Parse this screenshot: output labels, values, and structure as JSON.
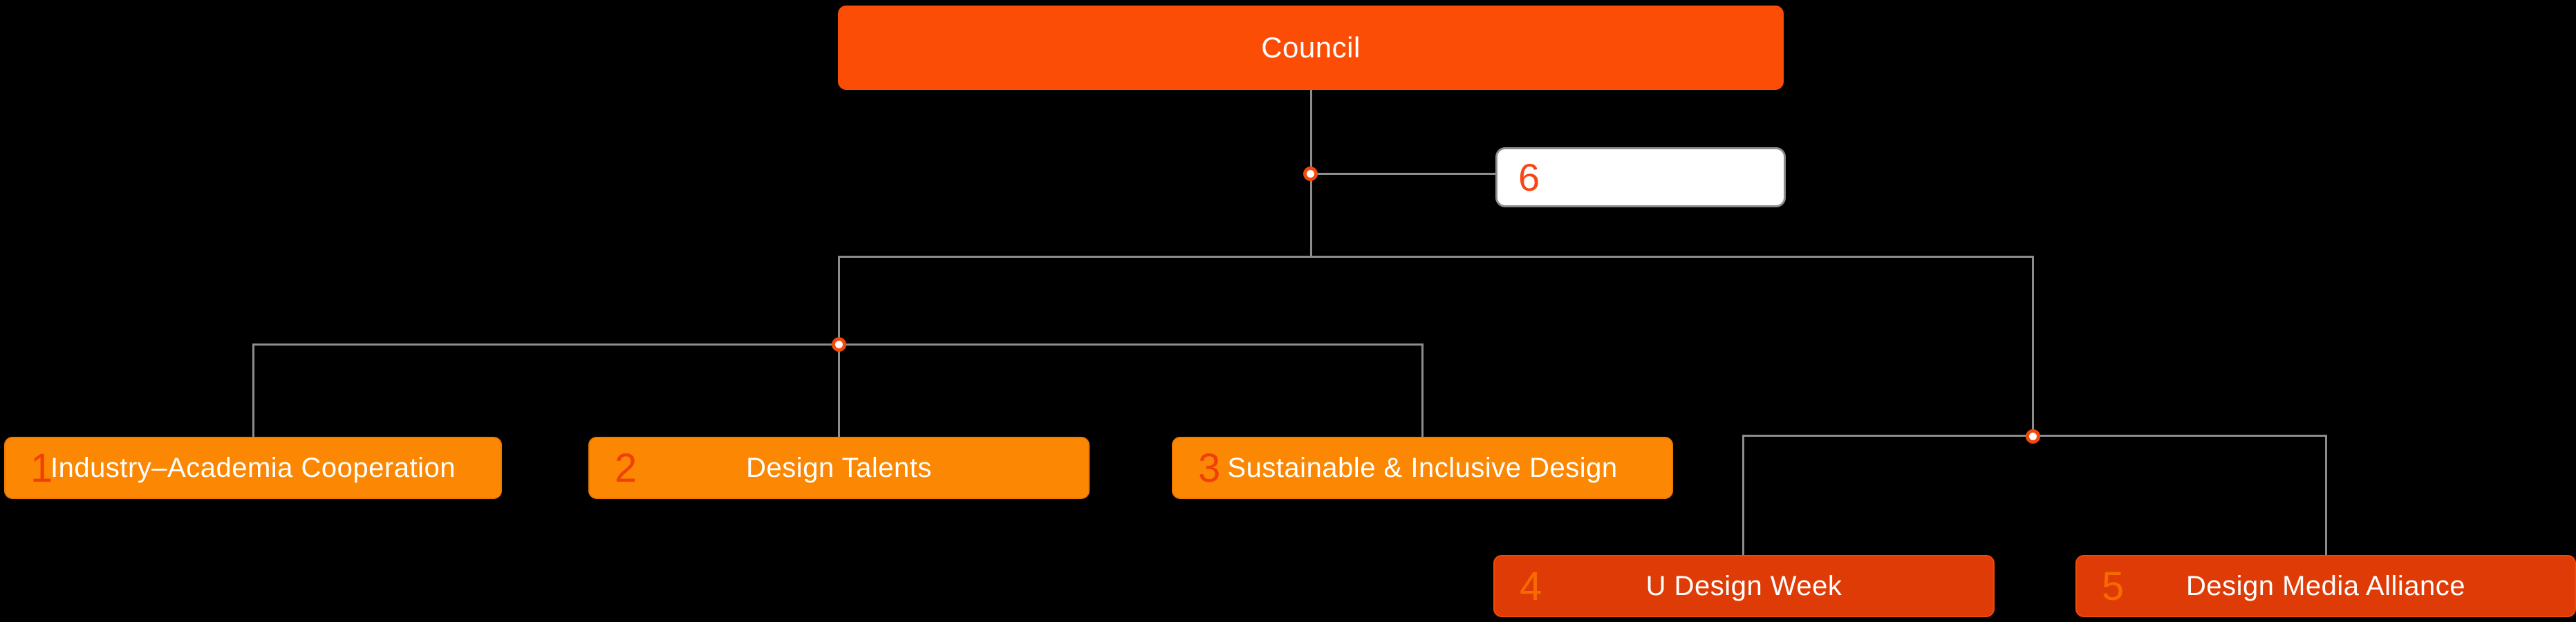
{
  "diagram": {
    "background": "#000000",
    "connector_color": "#8D8D8D",
    "dot_ring_color": "#F4490B",
    "root": {
      "label": "Council",
      "fill": "#FB4D05",
      "text_color": "#FFFFFF"
    },
    "note": {
      "num": "6",
      "label": "",
      "fill": "#FFFFFF",
      "border_color": "#8D8D8D",
      "num_color": "#FA4616"
    },
    "groups": {
      "light": {
        "fill": "#FB8702",
        "border_color": "#EF7A00",
        "num_color": "#F13F0A"
      },
      "dark": {
        "fill": "#DF3B06",
        "border_color": "#F04A05",
        "num_color": "#F86A00"
      }
    },
    "nodes": [
      {
        "num": "1",
        "label": "Industry–Academia Cooperation",
        "group": "light"
      },
      {
        "num": "2",
        "label": "Design Talents",
        "group": "light"
      },
      {
        "num": "3",
        "label": "Sustainable & Inclusive Design",
        "group": "light"
      },
      {
        "num": "4",
        "label": "U Design Week",
        "group": "dark"
      },
      {
        "num": "5",
        "label": "Design Media Alliance",
        "group": "dark"
      }
    ]
  }
}
